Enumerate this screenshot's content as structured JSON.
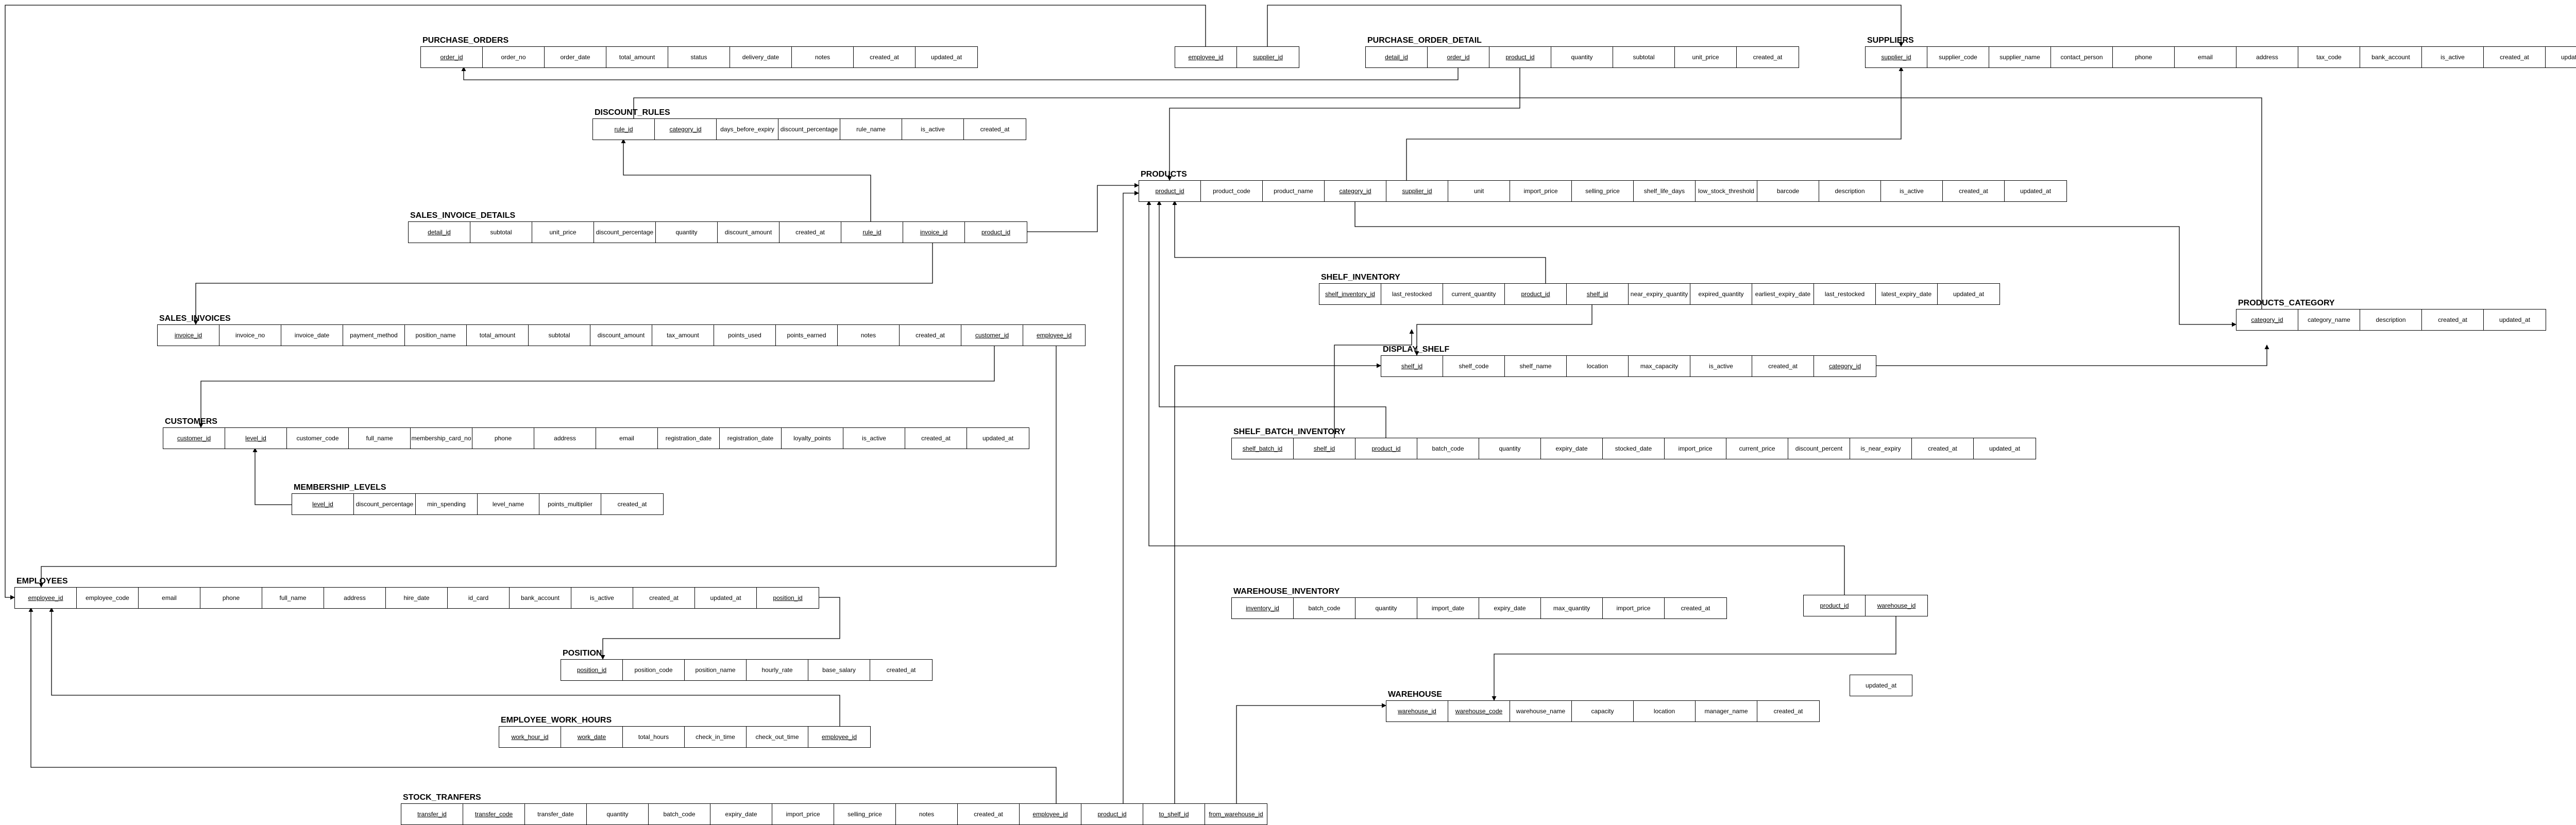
{
  "tables": [
    {
      "id": "purchase_orders",
      "title": "PURCHASE_ORDERS",
      "fields": [
        {
          "name": "order_id",
          "key": true
        },
        {
          "name": "order_no"
        },
        {
          "name": "order_date"
        },
        {
          "name": "total_amount"
        },
        {
          "name": "status"
        },
        {
          "name": "delivery_date"
        },
        {
          "name": "notes"
        },
        {
          "name": "created_at"
        },
        {
          "name": "updated_at"
        }
      ]
    },
    {
      "id": "po_detached",
      "title": "",
      "fields": [
        {
          "name": "employee_id",
          "key": true
        },
        {
          "name": "supplier_id",
          "key": true
        }
      ]
    },
    {
      "id": "purchase_order_detail",
      "title": "PURCHASE_ORDER_DETAIL",
      "fields": [
        {
          "name": "detail_id",
          "key": true
        },
        {
          "name": "order_id",
          "key": true
        },
        {
          "name": "product_id",
          "key": true
        },
        {
          "name": "quantity"
        },
        {
          "name": "subtotal"
        },
        {
          "name": "unit_price"
        },
        {
          "name": "created_at"
        }
      ]
    },
    {
      "id": "suppliers",
      "title": "SUPPLIERS",
      "fields": [
        {
          "name": "supplier_id",
          "key": true
        },
        {
          "name": "supplier_code"
        },
        {
          "name": "supplier_name"
        },
        {
          "name": "contact_person"
        },
        {
          "name": "phone"
        },
        {
          "name": "email"
        },
        {
          "name": "address"
        },
        {
          "name": "tax_code"
        },
        {
          "name": "bank_account"
        },
        {
          "name": "is_active"
        },
        {
          "name": "created_at"
        },
        {
          "name": "updated_at"
        }
      ]
    },
    {
      "id": "discount_rules",
      "title": "DISCOUNT_RULES",
      "fields": [
        {
          "name": "rule_id",
          "key": true
        },
        {
          "name": "category_id",
          "key": true
        },
        {
          "name": "days_before_expiry"
        },
        {
          "name": "discount_percentage"
        },
        {
          "name": "rule_name"
        },
        {
          "name": "is_active"
        },
        {
          "name": "created_at"
        }
      ]
    },
    {
      "id": "products",
      "title": "PRODUCTS",
      "fields": [
        {
          "name": "product_id",
          "key": true
        },
        {
          "name": "product_code"
        },
        {
          "name": "product_name"
        },
        {
          "name": "category_id",
          "key": true
        },
        {
          "name": "supplier_id",
          "key": true
        },
        {
          "name": "unit"
        },
        {
          "name": "import_price"
        },
        {
          "name": "selling_price"
        },
        {
          "name": "shelf_life_days"
        },
        {
          "name": "low_stock_threshold"
        },
        {
          "name": "barcode"
        },
        {
          "name": "description"
        },
        {
          "name": "is_active"
        },
        {
          "name": "created_at"
        },
        {
          "name": "updated_at"
        }
      ]
    },
    {
      "id": "sales_invoice_details",
      "title": "SALES_INVOICE_DETAILS",
      "fields": [
        {
          "name": "detail_id",
          "key": true
        },
        {
          "name": "subtotal"
        },
        {
          "name": "unit_price"
        },
        {
          "name": "discount_percentage"
        },
        {
          "name": "quantity"
        },
        {
          "name": "discount_amount"
        },
        {
          "name": "created_at"
        },
        {
          "name": "rule_id",
          "key": true
        },
        {
          "name": "invoice_id",
          "key": true
        },
        {
          "name": "product_id",
          "key": true
        }
      ]
    },
    {
      "id": "shelf_inventory",
      "title": "SHELF_INVENTORY",
      "fields": [
        {
          "name": "shelf_inventory_id",
          "key": true
        },
        {
          "name": "last_restocked"
        },
        {
          "name": "current_quantity"
        },
        {
          "name": "product_id",
          "key": true
        },
        {
          "name": "shelf_id",
          "key": true
        },
        {
          "name": "near_expiry_quantity"
        },
        {
          "name": "expired_quantity"
        },
        {
          "name": "earliest_expiry_date"
        },
        {
          "name": "last_restocked"
        },
        {
          "name": "latest_expiry_date"
        },
        {
          "name": "updated_at"
        }
      ]
    },
    {
      "id": "products_category",
      "title": "PRODUCTS_CATEGORY",
      "fields": [
        {
          "name": "category_id",
          "key": true
        },
        {
          "name": "category_name"
        },
        {
          "name": "description"
        },
        {
          "name": "created_at"
        },
        {
          "name": "updated_at"
        }
      ]
    },
    {
      "id": "sales_invoices",
      "title": "SALES_INVOICES",
      "fields": [
        {
          "name": "invoice_id",
          "key": true
        },
        {
          "name": "invoice_no"
        },
        {
          "name": "invoice_date"
        },
        {
          "name": "payment_method"
        },
        {
          "name": "position_name"
        },
        {
          "name": "total_amount"
        },
        {
          "name": "subtotal"
        },
        {
          "name": "discount_amount"
        },
        {
          "name": "tax_amount"
        },
        {
          "name": "points_used"
        },
        {
          "name": "points_earned"
        },
        {
          "name": "notes"
        },
        {
          "name": "created_at"
        },
        {
          "name": "customer_id",
          "key": true
        },
        {
          "name": "employee_id",
          "key": true
        }
      ]
    },
    {
      "id": "display_shelf",
      "title": "DISPLAY_SHELF",
      "fields": [
        {
          "name": "shelf_id",
          "key": true
        },
        {
          "name": "shelf_code"
        },
        {
          "name": "shelf_name"
        },
        {
          "name": "location"
        },
        {
          "name": "max_capacity"
        },
        {
          "name": "is_active"
        },
        {
          "name": "created_at"
        },
        {
          "name": "category_id",
          "key": true
        }
      ]
    },
    {
      "id": "customers",
      "title": "CUSTOMERS",
      "fields": [
        {
          "name": "customer_id",
          "key": true
        },
        {
          "name": "level_id",
          "key": true
        },
        {
          "name": "customer_code"
        },
        {
          "name": "full_name"
        },
        {
          "name": "membership_card_no"
        },
        {
          "name": "phone"
        },
        {
          "name": "address"
        },
        {
          "name": "email"
        },
        {
          "name": "registration_date"
        },
        {
          "name": "registration_date"
        },
        {
          "name": "loyalty_points"
        },
        {
          "name": "is_active"
        },
        {
          "name": "created_at"
        },
        {
          "name": "updated_at"
        }
      ]
    },
    {
      "id": "shelf_batch_inventory",
      "title": "SHELF_BATCH_INVENTORY",
      "fields": [
        {
          "name": "shelf_batch_id",
          "key": true
        },
        {
          "name": "shelf_id",
          "key": true
        },
        {
          "name": "product_id",
          "key": true
        },
        {
          "name": "batch_code"
        },
        {
          "name": "quantity"
        },
        {
          "name": "expiry_date"
        },
        {
          "name": "stocked_date"
        },
        {
          "name": "import_price"
        },
        {
          "name": "current_price"
        },
        {
          "name": "discount_percent"
        },
        {
          "name": "is_near_expiry"
        },
        {
          "name": "created_at"
        },
        {
          "name": "updated_at"
        }
      ]
    },
    {
      "id": "membership_levels",
      "title": "MEMBERSHIP_LEVELS",
      "fields": [
        {
          "name": "level_id",
          "key": true
        },
        {
          "name": "discount_percentage"
        },
        {
          "name": "min_spending"
        },
        {
          "name": "level_name"
        },
        {
          "name": "points_multiplier"
        },
        {
          "name": "created_at"
        }
      ]
    },
    {
      "id": "employees",
      "title": "EMPLOYEES",
      "fields": [
        {
          "name": "employee_id",
          "key": true
        },
        {
          "name": "employee_code"
        },
        {
          "name": "email"
        },
        {
          "name": "phone"
        },
        {
          "name": "full_name"
        },
        {
          "name": "address"
        },
        {
          "name": "hire_date"
        },
        {
          "name": "id_card"
        },
        {
          "name": "bank_account"
        },
        {
          "name": "is_active"
        },
        {
          "name": "created_at"
        },
        {
          "name": "updated_at"
        },
        {
          "name": "position_id",
          "key": true
        }
      ]
    },
    {
      "id": "warehouse_inventory",
      "title": "WAREHOUSE_INVENTORY",
      "fields": [
        {
          "name": "inventory_id",
          "key": true
        },
        {
          "name": "batch_code"
        },
        {
          "name": "quantity"
        },
        {
          "name": "import_date"
        },
        {
          "name": "expiry_date"
        },
        {
          "name": "max_quantity"
        },
        {
          "name": "import_price"
        },
        {
          "name": "created_at"
        }
      ]
    },
    {
      "id": "wi_detached",
      "title": "",
      "fields": [
        {
          "name": "product_id",
          "key": true
        },
        {
          "name": "warehouse_id",
          "key": true
        }
      ]
    },
    {
      "id": "wi_updated",
      "title": "",
      "fields": [
        {
          "name": "updated_at"
        }
      ]
    },
    {
      "id": "position",
      "title": "POSITION",
      "fields": [
        {
          "name": "position_id",
          "key": true
        },
        {
          "name": "position_code"
        },
        {
          "name": "position_name"
        },
        {
          "name": "hourly_rate"
        },
        {
          "name": "base_salary"
        },
        {
          "name": "created_at"
        }
      ]
    },
    {
      "id": "warehouse",
      "title": "WAREHOUSE",
      "fields": [
        {
          "name": "warehouse_id",
          "key": true
        },
        {
          "name": "warehouse_code",
          "key": true
        },
        {
          "name": "warehouse_name"
        },
        {
          "name": "capacity"
        },
        {
          "name": "location"
        },
        {
          "name": "manager_name"
        },
        {
          "name": "created_at"
        }
      ]
    },
    {
      "id": "employee_work_hours",
      "title": "EMPLOYEE_WORK_HOURS",
      "fields": [
        {
          "name": "work_hour_id",
          "key": true
        },
        {
          "name": "work_date",
          "key": true
        },
        {
          "name": "total_hours"
        },
        {
          "name": "check_in_time"
        },
        {
          "name": "check_out_time"
        },
        {
          "name": "employee_id",
          "key": true
        }
      ]
    },
    {
      "id": "stock_transfers",
      "title": "STOCK_TRANFERS",
      "fields": [
        {
          "name": "transfer_id",
          "key": true
        },
        {
          "name": "transfer_code",
          "key": true
        },
        {
          "name": "transfer_date"
        },
        {
          "name": "quantity"
        },
        {
          "name": "batch_code"
        },
        {
          "name": "expiry_date"
        },
        {
          "name": "import_price"
        },
        {
          "name": "selling_price"
        },
        {
          "name": "notes"
        },
        {
          "name": "created_at"
        },
        {
          "name": "employee_id",
          "key": true
        },
        {
          "name": "product_id",
          "key": true
        },
        {
          "name": "to_shelf_id",
          "key": true
        },
        {
          "name": "from_warehouse_id",
          "key": true
        }
      ]
    }
  ]
}
